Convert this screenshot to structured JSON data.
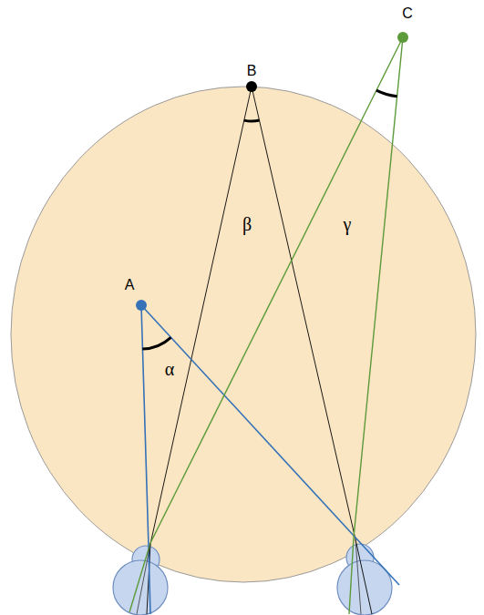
{
  "diagram": {
    "labels": [
      "C",
      "B",
      "A",
      "β",
      "γ",
      "α"
    ]
  }
}
